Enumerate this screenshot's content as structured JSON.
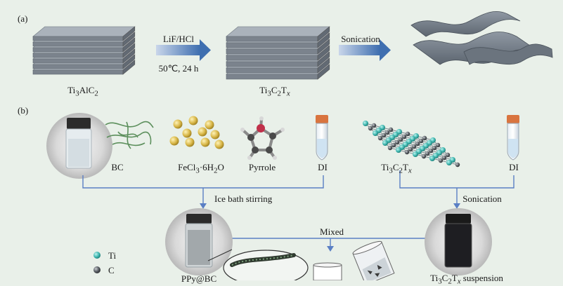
{
  "panel_a": {
    "label": "(a)",
    "start_material": {
      "base": "Ti",
      "sub1": "3",
      "mid": "AlC",
      "sub2": "2"
    },
    "step1_top": "LiF/HCl",
    "step1_bottom": "50℃, 24 h",
    "intermediate": {
      "base": "Ti",
      "sub1": "3",
      "mid": "C",
      "sub2": "2",
      "mid2": "T",
      "sub3": "x"
    },
    "step2_label": "Sonication"
  },
  "panel_b": {
    "label": "(b)",
    "bc_label": "BC",
    "fecl3_label": {
      "base": "FeCl",
      "sub": "3",
      "rest": "·6H",
      "sub2": "2",
      "tail": "O"
    },
    "pyrrole_label": "Pyrrole",
    "di_label_1": "DI",
    "mxene_label": {
      "base": "Ti",
      "sub1": "3",
      "mid": "C",
      "sub2": "2",
      "mid2": "T",
      "sub3": "x"
    },
    "di_label_2": "DI",
    "ice_bath_label": "Ice bath stirring",
    "sonication_label": "Sonication",
    "mixed_label": "Mixed",
    "ppy_label": "PPy@BC",
    "suspension_label": {
      "base": "Ti",
      "sub1": "3",
      "mid": "C",
      "sub2": "2",
      "mid2": "T",
      "sub3": "x",
      "tail": " suspension"
    },
    "legend": [
      {
        "name": "Ti",
        "color": "#3fb7b0"
      },
      {
        "name": "C",
        "color": "#555a60"
      }
    ]
  },
  "colors": {
    "arrow_blue": "#3f6fb0",
    "flow_line": "#5a7fc4",
    "block_gray": "#8a929c",
    "sphere_gold": "#d9b84a"
  }
}
